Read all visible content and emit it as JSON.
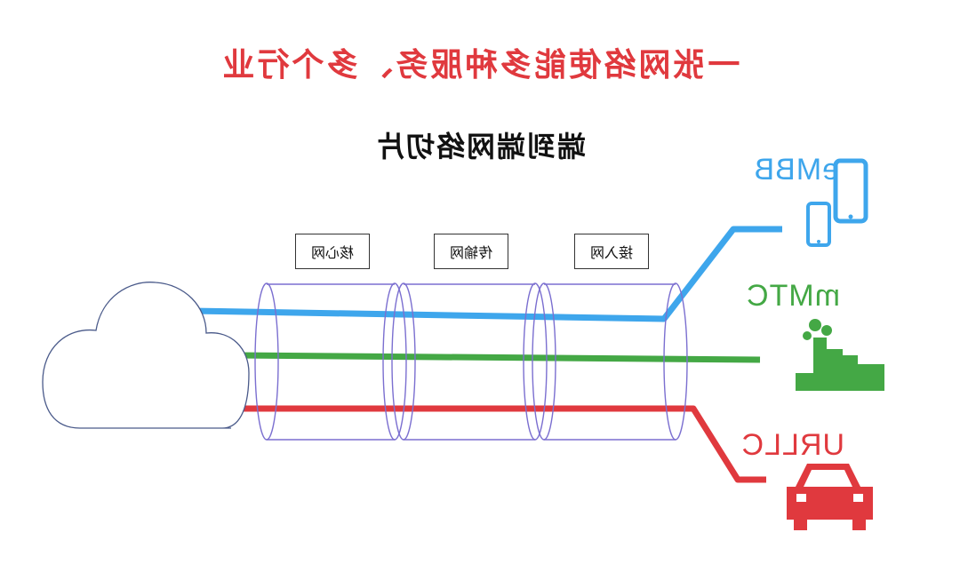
{
  "title": "一张网络使能多种服务、多个行业",
  "subtitle": "端到端网络切片",
  "segments": [
    {
      "label": "接入网"
    },
    {
      "label": "传输网"
    },
    {
      "label": "核心网"
    }
  ],
  "services": {
    "embb": {
      "label": "eMBB",
      "color": "#3ea6ec",
      "icon": "smartphone-icon"
    },
    "mmtc": {
      "label": "mMTC",
      "color": "#44a845",
      "icon": "factory-icon"
    },
    "urllc": {
      "label": "URLLC",
      "color": "#e0393e",
      "icon": "car-icon"
    }
  },
  "colors": {
    "title": "#e0393e",
    "tube": "#7b6fd0",
    "cloud_outline": "#4a5a8a"
  }
}
